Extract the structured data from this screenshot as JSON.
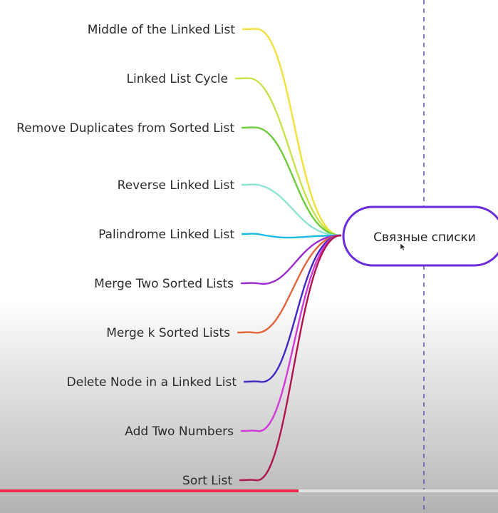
{
  "root": {
    "label": "Связные списки",
    "border_color": "#6a2bd9"
  },
  "branches": [
    {
      "label": "Middle of the Linked List",
      "color": "#f2e13a"
    },
    {
      "label": "Linked List Cycle",
      "color": "#c6e34a"
    },
    {
      "label": "Remove Duplicates from Sorted List",
      "color": "#6fcb3c"
    },
    {
      "label": "Reverse Linked List",
      "color": "#8fe3d2"
    },
    {
      "label": "Palindrome Linked List",
      "color": "#1bbbe8"
    },
    {
      "label": "Merge Two Sorted Lists",
      "color": "#9b2bd0"
    },
    {
      "label": "Merge k Sorted Lists",
      "color": "#e3643a"
    },
    {
      "label": "Delete Node in a Linked List",
      "color": "#4326c4"
    },
    {
      "label": "Add Two Numbers",
      "color": "#d23bd8"
    },
    {
      "label": "Sort List",
      "color": "#b0134f"
    }
  ],
  "divider": {
    "color": "#5a52b0"
  },
  "progress_bar": {
    "played_fraction": 0.6,
    "played_color": "#f0284a",
    "track_color": "#e2e2e2"
  }
}
